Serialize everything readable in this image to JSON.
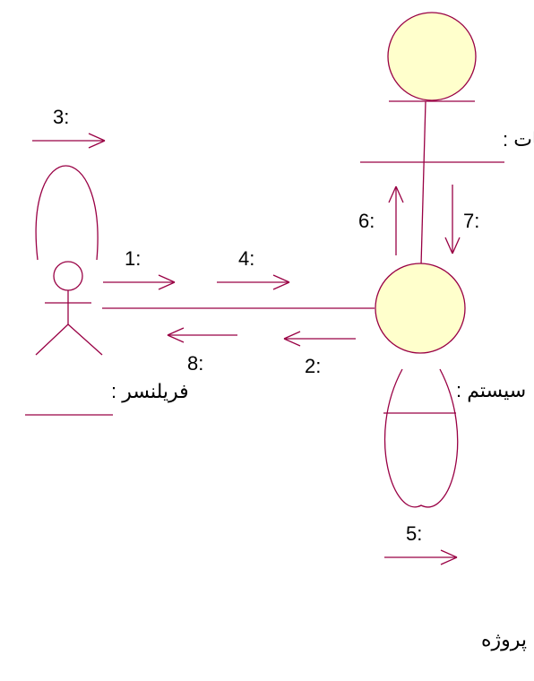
{
  "diagram": {
    "caption": "ایجاد پروژه",
    "colors": {
      "line": "#990044",
      "object_fill": "#ffffcc",
      "text": "#000000",
      "background": "#ffffff"
    },
    "objects": {
      "actor": {
        "name": "فریلنسر :"
      },
      "database": {
        "name": "بانک اطلاعات :"
      },
      "system": {
        "name": "سیستم :"
      }
    },
    "messages": [
      {
        "id": "m1",
        "label": "1:"
      },
      {
        "id": "m2",
        "label": "2:"
      },
      {
        "id": "m3",
        "label": "3:"
      },
      {
        "id": "m4",
        "label": "4:"
      },
      {
        "id": "m5",
        "label": "5:"
      },
      {
        "id": "m6",
        "label": "6:"
      },
      {
        "id": "m7",
        "label": "7:"
      },
      {
        "id": "m8",
        "label": "8:"
      }
    ]
  }
}
